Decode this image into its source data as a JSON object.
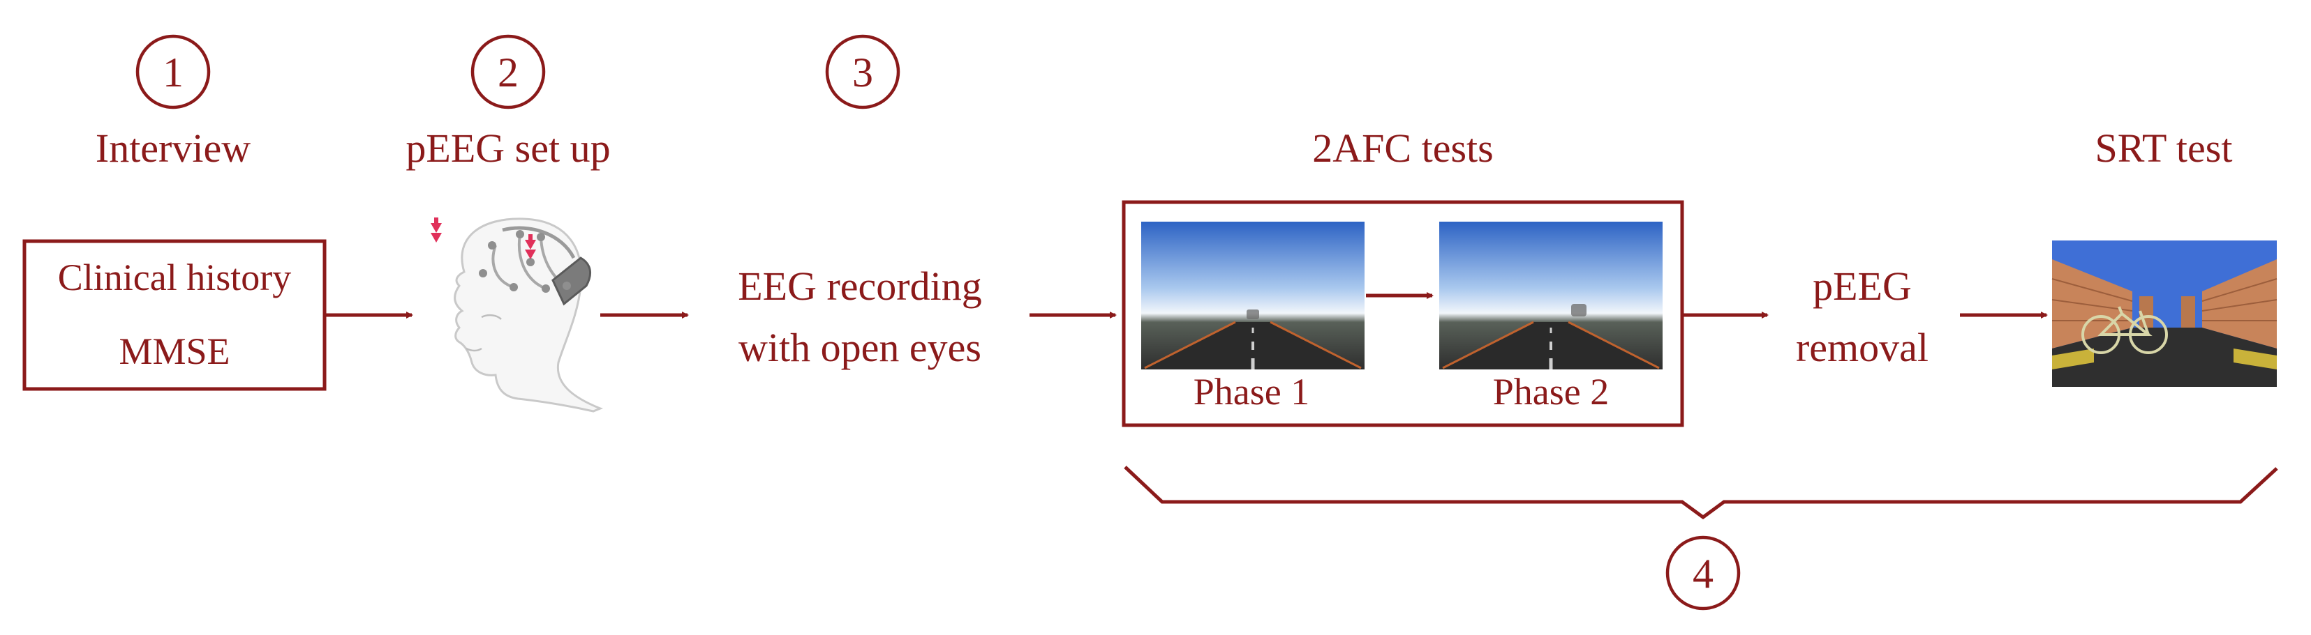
{
  "steps": {
    "s1": {
      "number": "1",
      "title": "Interview",
      "box_line1": "Clinical history",
      "box_line2": "MMSE"
    },
    "s2": {
      "number": "2",
      "title": "pEEG set up"
    },
    "s3": {
      "number": "3",
      "line1": "EEG recording",
      "line2": "with open eyes"
    },
    "s4": {
      "number": "4",
      "afc_title": "2AFC tests",
      "phase1": "Phase 1",
      "phase2": "Phase 2",
      "removal_line1": "pEEG",
      "removal_line2": "removal",
      "srt_title": "SRT test"
    }
  },
  "icons": {
    "head": "eeg-headset-head-icon",
    "road": "road-scene-image",
    "street": "street-scene-bicycle-image"
  },
  "colors": {
    "accent": "#8b1a1a",
    "marker_pink": "#e0305a",
    "sky_blue": "#3f6fd6",
    "brick": "#c8845a"
  }
}
